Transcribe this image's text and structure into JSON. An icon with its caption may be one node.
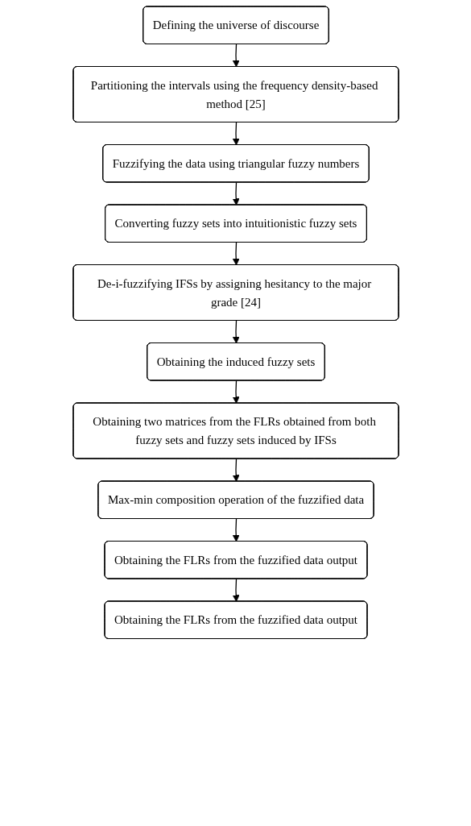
{
  "diagram": {
    "nodes": [
      {
        "text": [
          "Defining the universe of discourse"
        ]
      },
      {
        "text": [
          "Partitioning the intervals using the frequency density-based method [25]"
        ]
      },
      {
        "text": [
          "Fuzzifying the data using triangular fuzzy numbers"
        ]
      },
      {
        "text": [
          "Converting fuzzy sets into intuitionistic fuzzy sets"
        ]
      },
      {
        "text": [
          "De-i-fuzzifying IFSs by assigning hesitancy to the major grade [24]"
        ]
      },
      {
        "text": [
          "Obtaining the induced fuzzy sets"
        ]
      },
      {
        "text": [
          "Obtaining two matrices from the FLRs obtained from both fuzzy sets and fuzzy sets induced by IFSs"
        ]
      },
      {
        "text": [
          "Max-min composition operation of the fuzzified data"
        ]
      },
      {
        "text": [
          "Obtaining the FLRs from the fuzzified data output"
        ]
      },
      {
        "text": [
          "Obtaining the FLRs from the fuzzified data output"
        ]
      }
    ],
    "edges": [
      {
        "from": 0,
        "to": 1,
        "arrow": "to"
      },
      {
        "from": 1,
        "to": 2,
        "arrow": "to"
      },
      {
        "from": 2,
        "to": 3,
        "arrow": "to"
      },
      {
        "from": 3,
        "to": 4,
        "arrow": "to"
      },
      {
        "from": 4,
        "to": 5,
        "arrow": "to"
      },
      {
        "from": 5,
        "to": 6,
        "arrow": "to"
      },
      {
        "from": 6,
        "to": 7,
        "arrow": "to"
      },
      {
        "from": 7,
        "to": 8,
        "arrow": "to"
      },
      {
        "from": 8,
        "to": 9,
        "arrow": "to"
      }
    ]
  }
}
